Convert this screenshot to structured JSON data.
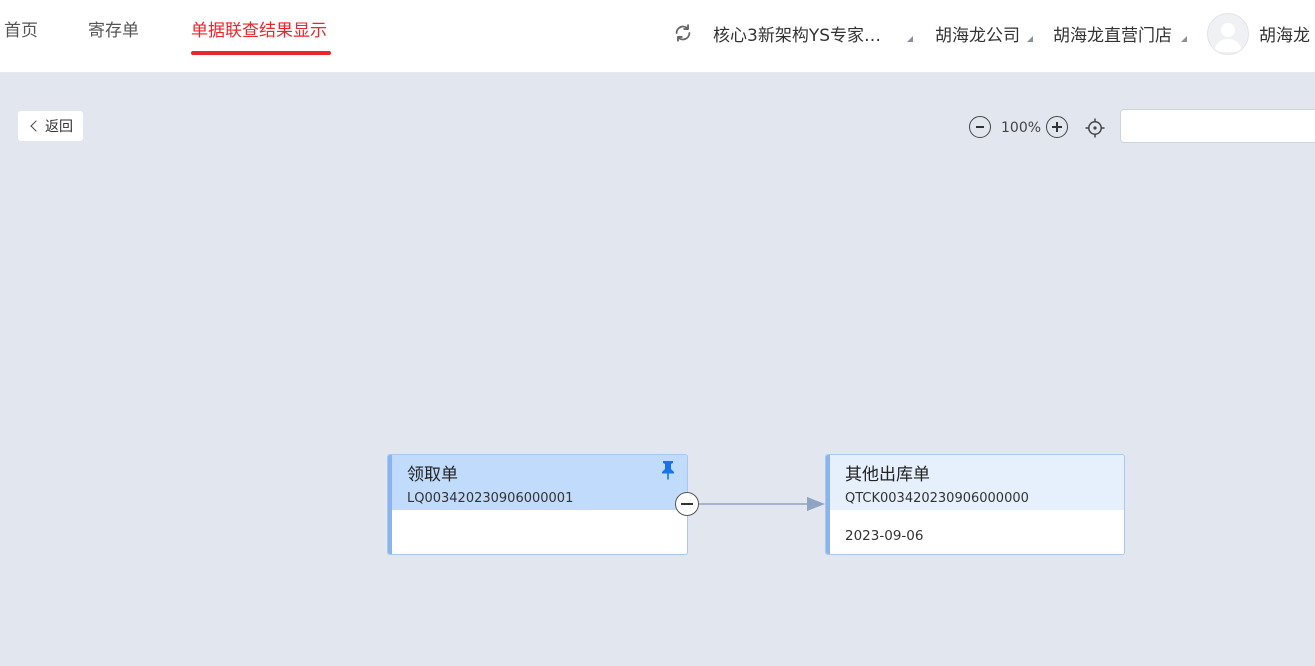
{
  "nav": {
    "tabs": [
      {
        "label": "首页"
      },
      {
        "label": "寄存单"
      },
      {
        "label": "单据联查结果显示"
      }
    ],
    "accent_color": "#e8262c"
  },
  "header": {
    "org": "核心3新架构YS专家…",
    "company": "胡海龙公司",
    "store": "胡海龙直营门店",
    "user": "胡海龙"
  },
  "toolbar": {
    "back_label": "返回",
    "zoom_level": "100%",
    "search_placeholder": ""
  },
  "flow": {
    "nodes": [
      {
        "title": "领取单",
        "code": "LQ003420230906000001",
        "date": "",
        "header_color": "#c0dbfb",
        "pinned": true
      },
      {
        "title": "其他出库单",
        "code": "QTCK003420230906000000",
        "date": "2023-09-06",
        "header_color": "#e6f0fd",
        "pinned": false
      }
    ]
  },
  "icons": {
    "refresh": "refresh-icon",
    "pin": "pin-icon",
    "locate": "locate-icon",
    "zoom_in": "plus-icon",
    "zoom_out": "minus-icon",
    "collapse": "minus-circle-icon",
    "back": "chevron-left-icon"
  }
}
